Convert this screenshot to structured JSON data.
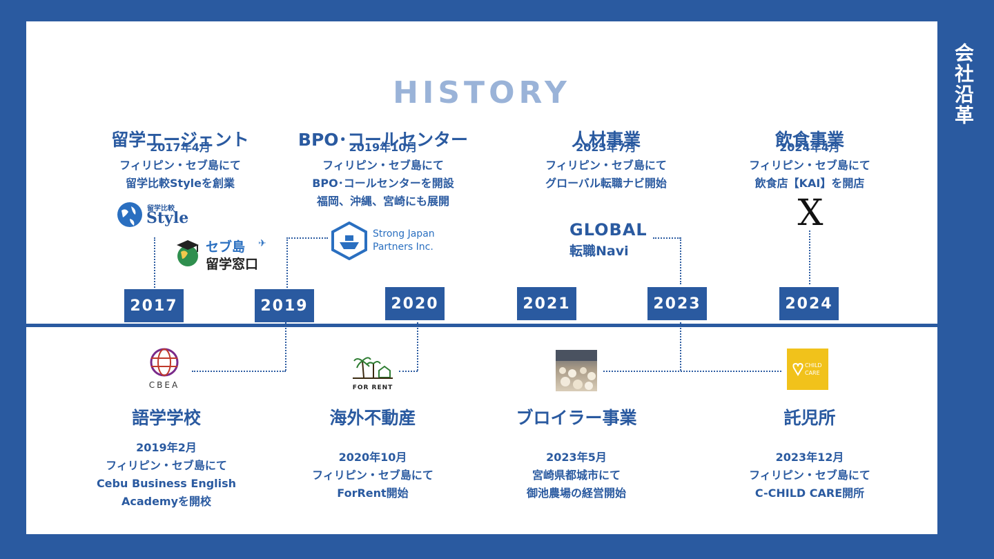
{
  "side_label": "会社沿革",
  "title": "HISTORY",
  "top_events": [
    {
      "heading": "留学エージェント",
      "lines": [
        "2017年4月",
        "フィリピン・セブ島にて",
        "留学比較Styleを創業"
      ]
    },
    {
      "heading": "BPO･コールセンター",
      "lines": [
        "2019年10月",
        "フィリピン・セブ島にて",
        "BPO･コールセンターを開設",
        "福岡、沖縄、宮崎にも展開"
      ]
    },
    {
      "heading": "人材事業",
      "lines": [
        "2023年7月",
        "フィリピン・セブ島にて",
        "グローバル転職ナビ開始"
      ]
    },
    {
      "heading": "飲食事業",
      "lines": [
        "2024年4月",
        "フィリピン・セブ島にて",
        "飲食店【KAI】を開店"
      ]
    }
  ],
  "bottom_events": [
    {
      "heading": "語学学校",
      "lines": [
        "2019年2月",
        "フィリピン・セブ島にて",
        "Cebu Business English",
        "Academyを開校"
      ]
    },
    {
      "heading": "海外不動産",
      "lines": [
        "2020年10月",
        "フィリピン・セブ島にて",
        "ForRent開始"
      ]
    },
    {
      "heading": "ブロイラー事業",
      "lines": [
        "2023年5月",
        "宮崎県都城市にて",
        "御池農場の経営開始"
      ]
    },
    {
      "heading": "託児所",
      "lines": [
        "2023年12月",
        "フィリピン・セブ島にて",
        "C-CHILD CARE開所"
      ]
    }
  ],
  "years": [
    "2017",
    "2019",
    "2020",
    "2021",
    "2023",
    "2024"
  ],
  "logos": {
    "style_small": "留学比較",
    "style_big": "Style",
    "cebu_line1": "セブ島",
    "cebu_line2": "留学窓口",
    "sjp_line1": "Strong Japan",
    "sjp_line2": "Partners Inc.",
    "global_line1": "GLOBAL",
    "global_line2": "転職Navi",
    "kai": "X",
    "cbea": "CBEA",
    "forrent": "FOR RENT",
    "childcare_line1": "CHILD",
    "childcare_line2": "CARE"
  },
  "colors": {
    "brand": "#2a5aa0",
    "title": "#9ab3d8",
    "childcare": "#f1c21b"
  }
}
